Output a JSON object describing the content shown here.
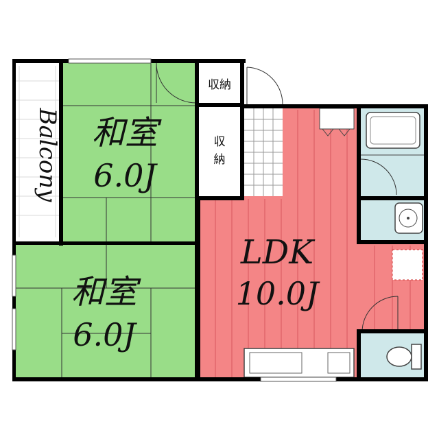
{
  "rooms": {
    "washitsu_upper": {
      "name": "和室",
      "size": "6.0J"
    },
    "washitsu_lower": {
      "name": "和室",
      "size": "6.0J"
    },
    "ldk": {
      "name": "LDK",
      "size": "10.0J"
    },
    "balcony": {
      "name": "Balcony"
    },
    "closet_a": {
      "label": "収納"
    },
    "closet_b": {
      "label_line1": "収",
      "label_line2": "納"
    }
  },
  "colors": {
    "tatami": "#99dd88",
    "ldk_floor": "#f48586",
    "wet_area": "#cfe8ea",
    "wall": "#000000",
    "balcony": "#ffffff"
  }
}
